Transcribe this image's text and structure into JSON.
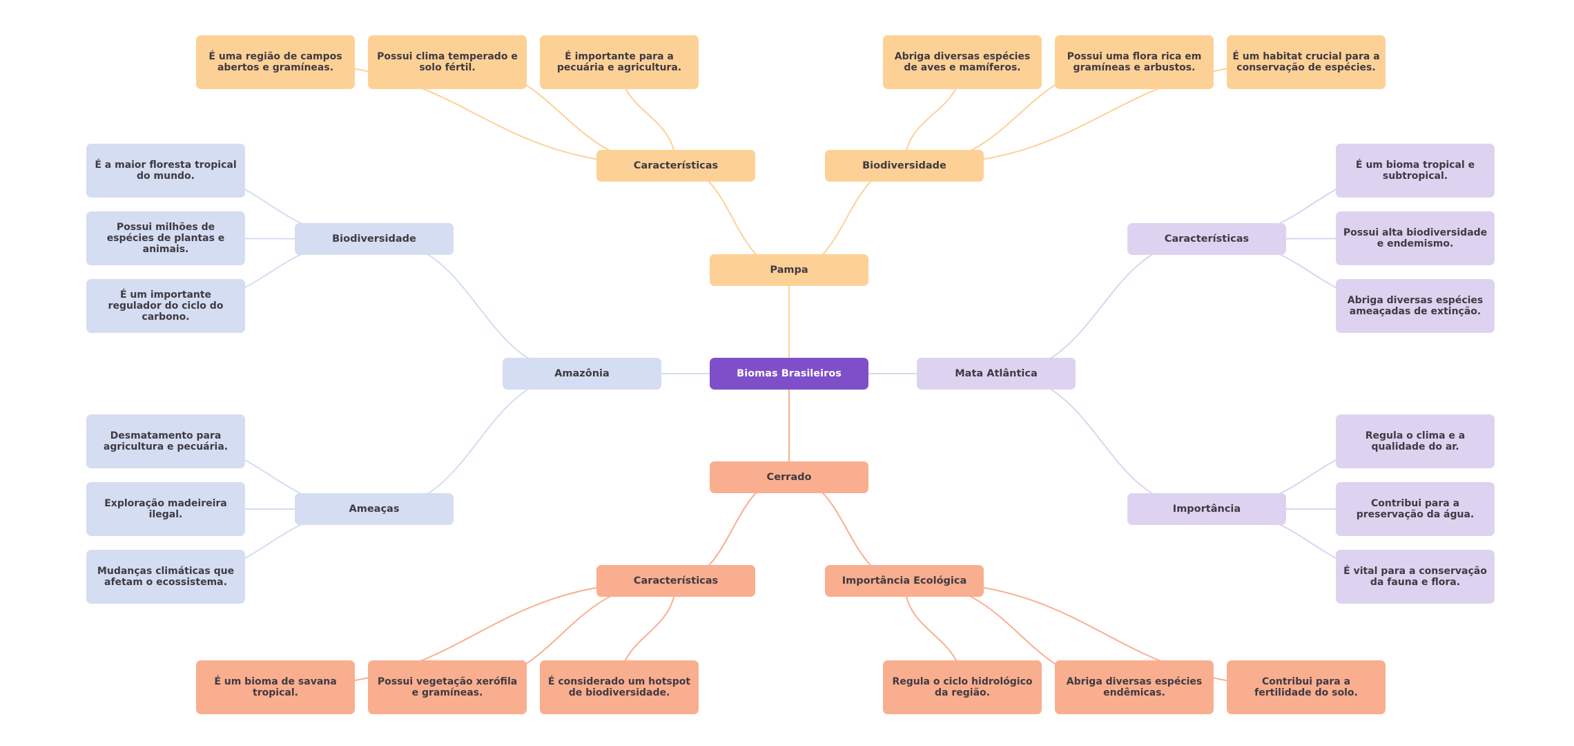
{
  "colors": {
    "root": "#7f4fc9",
    "pampa": "#fdd196",
    "cerrado": "#f9ae8f",
    "amazonia": "#d4ddf1",
    "mata_atlantica": "#ddd3f0",
    "text": "#3f3a42"
  },
  "mindmap": {
    "root": "Biomas Brasileiros",
    "pampa": {
      "label": "Pampa",
      "caracteristicas": {
        "label": "Características",
        "items": [
          "É uma região de campos abertos e gramíneas.",
          "Possui clima temperado e solo fértil.",
          "É importante para a pecuária e agricultura."
        ]
      },
      "biodiversidade": {
        "label": "Biodiversidade",
        "items": [
          "Abriga diversas espécies de aves e mamíferos.",
          "Possui uma flora rica em gramíneas e arbustos.",
          "É um habitat crucial para a conservação de espécies."
        ]
      }
    },
    "cerrado": {
      "label": "Cerrado",
      "caracteristicas": {
        "label": "Características",
        "items": [
          "É um bioma de savana tropical.",
          "Possui vegetação xerófila e gramíneas.",
          "É considerado um hotspot de biodiversidade."
        ]
      },
      "importancia": {
        "label": "Importância Ecológica",
        "items": [
          "Regula o ciclo hidrológico da região.",
          "Abriga diversas espécies endêmicas.",
          "Contribui para a fertilidade do solo."
        ]
      }
    },
    "amazonia": {
      "label": "Amazônia",
      "biodiversidade": {
        "label": "Biodiversidade",
        "items": [
          "É a maior floresta tropical do mundo.",
          "Possui milhões de espécies de plantas e animais.",
          "É um importante regulador do ciclo do carbono."
        ]
      },
      "ameacas": {
        "label": "Ameaças",
        "items": [
          "Desmatamento para agricultura e pecuária.",
          "Exploração madeireira ilegal.",
          "Mudanças climáticas que afetam o ecossistema."
        ]
      }
    },
    "mata_atlantica": {
      "label": "Mata Atlântica",
      "caracteristicas": {
        "label": "Características",
        "items": [
          "É um bioma tropical e subtropical.",
          "Possui alta biodiversidade e endemismo.",
          "Abriga diversas espécies ameaçadas de extinção."
        ]
      },
      "importancia": {
        "label": "Importância",
        "items": [
          "Regula o clima e a qualidade do ar.",
          "Contribui para a preservação da água.",
          "É vital para a conservação da fauna e flora."
        ]
      }
    }
  },
  "edges": [
    [
      "n-root",
      "n-pampa",
      "pampa"
    ],
    [
      "n-root",
      "n-cerrado",
      "cerrado"
    ],
    [
      "n-root",
      "n-amazonia",
      "amazonia"
    ],
    [
      "n-root",
      "n-mata",
      "mata_atlantica"
    ],
    [
      "n-pampa",
      "n-pampa-car",
      "pampa"
    ],
    [
      "n-pampa",
      "n-pampa-bio",
      "pampa"
    ],
    [
      "n-pampa-car",
      "l-pc-0",
      "pampa"
    ],
    [
      "n-pampa-car",
      "l-pc-1",
      "pampa"
    ],
    [
      "n-pampa-car",
      "l-pc-2",
      "pampa"
    ],
    [
      "n-pampa-bio",
      "l-pb-0",
      "pampa"
    ],
    [
      "n-pampa-bio",
      "l-pb-1",
      "pampa"
    ],
    [
      "n-pampa-bio",
      "l-pb-2",
      "pampa"
    ],
    [
      "n-cerrado",
      "n-cerrado-car",
      "cerrado"
    ],
    [
      "n-cerrado",
      "n-cerrado-imp",
      "cerrado"
    ],
    [
      "n-cerrado-car",
      "l-cc-0",
      "cerrado"
    ],
    [
      "n-cerrado-car",
      "l-cc-1",
      "cerrado"
    ],
    [
      "n-cerrado-car",
      "l-cc-2",
      "cerrado"
    ],
    [
      "n-cerrado-imp",
      "l-ci-0",
      "cerrado"
    ],
    [
      "n-cerrado-imp",
      "l-ci-1",
      "cerrado"
    ],
    [
      "n-cerrado-imp",
      "l-ci-2",
      "cerrado"
    ],
    [
      "n-amazonia",
      "n-amaz-bio",
      "amazonia"
    ],
    [
      "n-amazonia",
      "n-amaz-ame",
      "amazonia"
    ],
    [
      "n-amaz-bio",
      "l-ab-0",
      "amazonia"
    ],
    [
      "n-amaz-bio",
      "l-ab-1",
      "amazonia"
    ],
    [
      "n-amaz-bio",
      "l-ab-2",
      "amazonia"
    ],
    [
      "n-amaz-ame",
      "l-aa-0",
      "amazonia"
    ],
    [
      "n-amaz-ame",
      "l-aa-1",
      "amazonia"
    ],
    [
      "n-amaz-ame",
      "l-aa-2",
      "amazonia"
    ],
    [
      "n-mata",
      "n-mata-car",
      "mata_atlantica"
    ],
    [
      "n-mata",
      "n-mata-imp",
      "mata_atlantica"
    ],
    [
      "n-mata-car",
      "l-mc-0",
      "mata_atlantica"
    ],
    [
      "n-mata-car",
      "l-mc-1",
      "mata_atlantica"
    ],
    [
      "n-mata-car",
      "l-mc-2",
      "mata_atlantica"
    ],
    [
      "n-mata-imp",
      "l-mi-0",
      "mata_atlantica"
    ],
    [
      "n-mata-imp",
      "l-mi-1",
      "mata_atlantica"
    ],
    [
      "n-mata-imp",
      "l-mi-2",
      "mata_atlantica"
    ]
  ]
}
